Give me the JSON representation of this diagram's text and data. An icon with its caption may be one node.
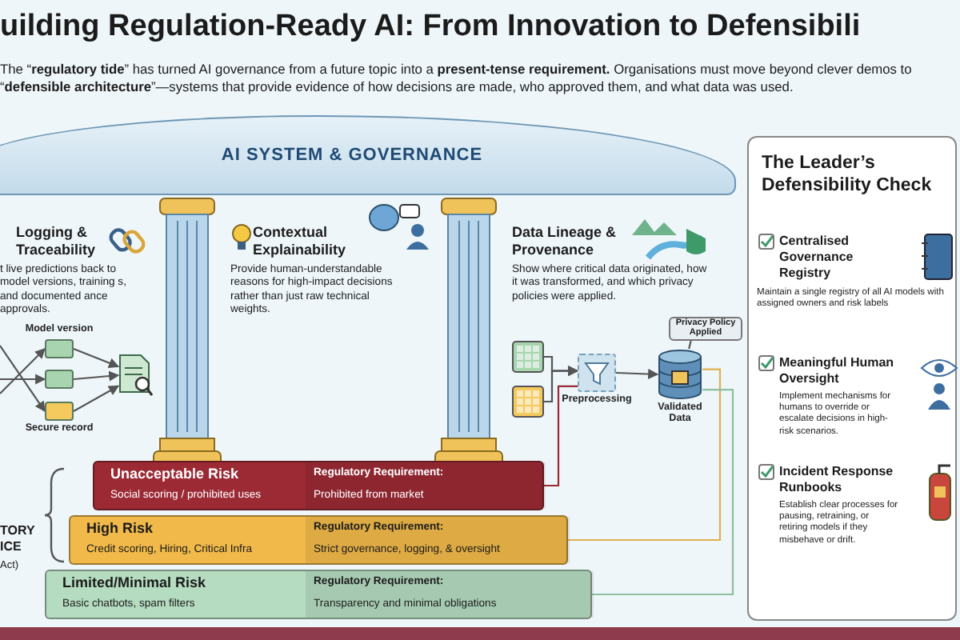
{
  "diagram": {
    "title": "uilding Regulation-Ready AI: From Innovation to Defensibili",
    "nodes": [
      {
        "text": [
          "AI SYSTEM & GOVERNANCE"
        ]
      },
      {
        "text": [],
        "shape": "box",
        "beside": [
          "Model version"
        ]
      },
      {
        "text": [],
        "shape": "box"
      },
      {
        "text": [],
        "shape": "box",
        "beside": [
          "Secure record"
        ]
      },
      {
        "text": [],
        "shape": "picture"
      },
      {
        "text": [],
        "shape": "picture"
      },
      {
        "text": [],
        "shape": "picture"
      },
      {
        "text": [],
        "shape": "box",
        "beside": [
          "Preprocessing"
        ]
      },
      {
        "text": [],
        "shape": "cylinder",
        "beside": [
          "Validated Data"
        ]
      },
      {
        "text": [
          "Privacy Policy Applied"
        ]
      },
      {
        "text": [
          "Unacceptable Risk",
          "Social scoring / prohibited uses",
          "Regulatory Requirement:",
          "Prohibited from market"
        ]
      },
      {
        "text": [
          "High Risk",
          "Credit scoring, Hiring, Critical Infra",
          "Regulatory Requirement:",
          "Strict governance, logging, & oversight"
        ]
      },
      {
        "text": [
          "Limited/Minimal Risk",
          "Basic chatbots, spam filters",
          "Regulatory Requirement:",
          "Transparency and minimal obligations"
        ]
      },
      {
        "text": [
          "The Leader’s Defensibility Check"
        ]
      }
    ],
    "edges": [
      {
        "from": null,
        "to": 1,
        "arrow": "to"
      },
      {
        "from": null,
        "to": 2,
        "arrow": "to"
      },
      {
        "from": null,
        "to": 3,
        "arrow": "to"
      },
      {
        "from": 1,
        "to": 4,
        "arrow": "to"
      },
      {
        "from": 2,
        "to": 4,
        "arrow": "to"
      },
      {
        "from": 3,
        "to": 4,
        "arrow": "to"
      },
      {
        "from": 5,
        "to": 7,
        "arrow": "to"
      },
      {
        "from": 6,
        "to": 7,
        "arrow": "to"
      },
      {
        "from": 7,
        "to": 8,
        "arrow": "to"
      },
      {
        "from": 9,
        "to": 8,
        "arrow": "none"
      },
      {
        "from": 10,
        "to": 7,
        "arrow": "none",
        "color": "#9b2a35"
      },
      {
        "from": 11,
        "to": 8,
        "arrow": "none",
        "color": "#e0b050"
      },
      {
        "from": 12,
        "to": 8,
        "arrow": "none",
        "color": "#8cc0a0"
      }
    ],
    "labels": [
      "The “**regulatory tide**” has turned AI governance from a future topic into a **present-tense requirement.** Organisations must move beyond clever demos to “**defensible architecture**”—systems that provide evidence of how decisions are made, who approved them, and what data was used.",
      "Logging & Traceability",
      "t live predictions back to model versions, training s, and documented ance approvals.",
      "Contextual Explainability",
      "Provide human-understandable reasons for high-impact decisions rather than just raw technical weights.",
      "Data Lineage & Provenance",
      "Show where critical data originated, how it was transformed, and which privacy policies were applied.",
      "TORY ICE",
      "Act)",
      "Centralised Governance Registry",
      "Maintain a single registry of all AI models with assigned owners and risk labels",
      "Meaningful Human Oversight",
      "Implement mechanisms for humans to override or escalate decisions in high-risk scenarios.",
      "Incident Response Runbooks",
      "Establish clear processes for pausing, retraining, or retiring models if they misbehave or drift."
    ]
  }
}
